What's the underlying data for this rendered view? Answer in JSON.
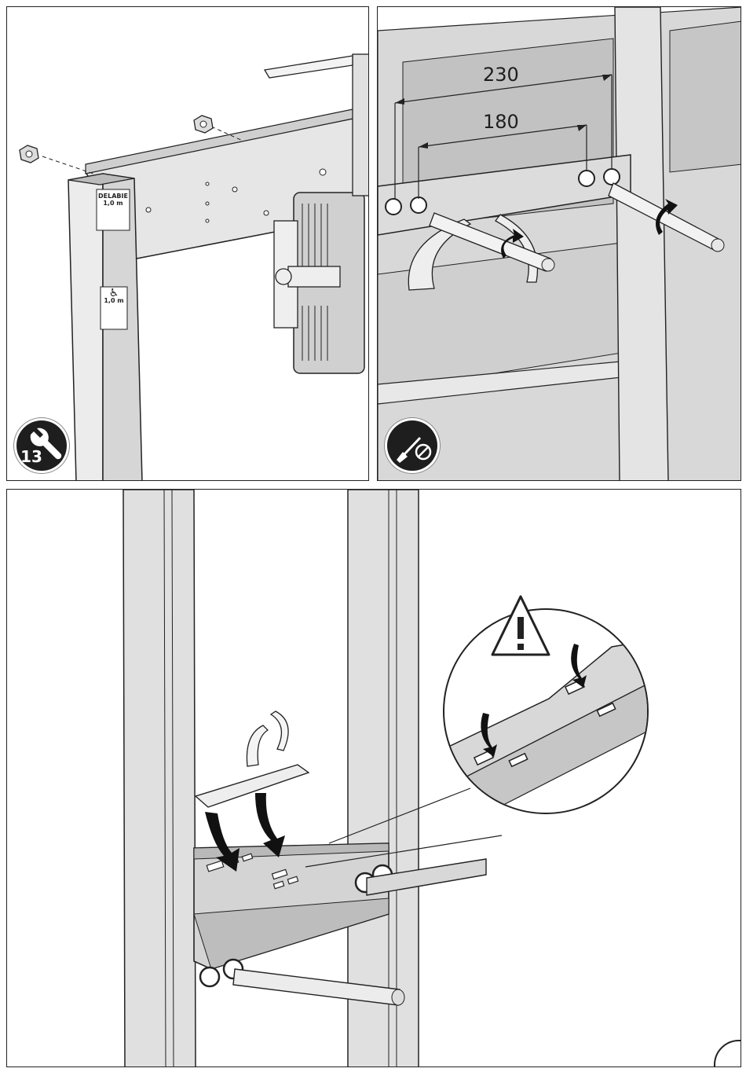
{
  "panel1": {
    "step_number": "13",
    "sticker_top_line1": "DELABIE",
    "sticker_top_line2": "1,0 m",
    "sticker_bottom_line": "1,0 m",
    "badge_icon": "wrench-icon",
    "sticker_icon": "wheelchair-icon"
  },
  "panel2": {
    "dimension_outer": "230",
    "dimension_inner": "180",
    "badge_icon": "screwdriver-icon"
  },
  "panel3": {
    "warning_icon": "warning-triangle-icon"
  },
  "colors": {
    "ink": "#1e1e1e",
    "metal_light": "#ececec",
    "metal_mid": "#c9c9c9",
    "metal_dark": "#8f8f8f"
  }
}
